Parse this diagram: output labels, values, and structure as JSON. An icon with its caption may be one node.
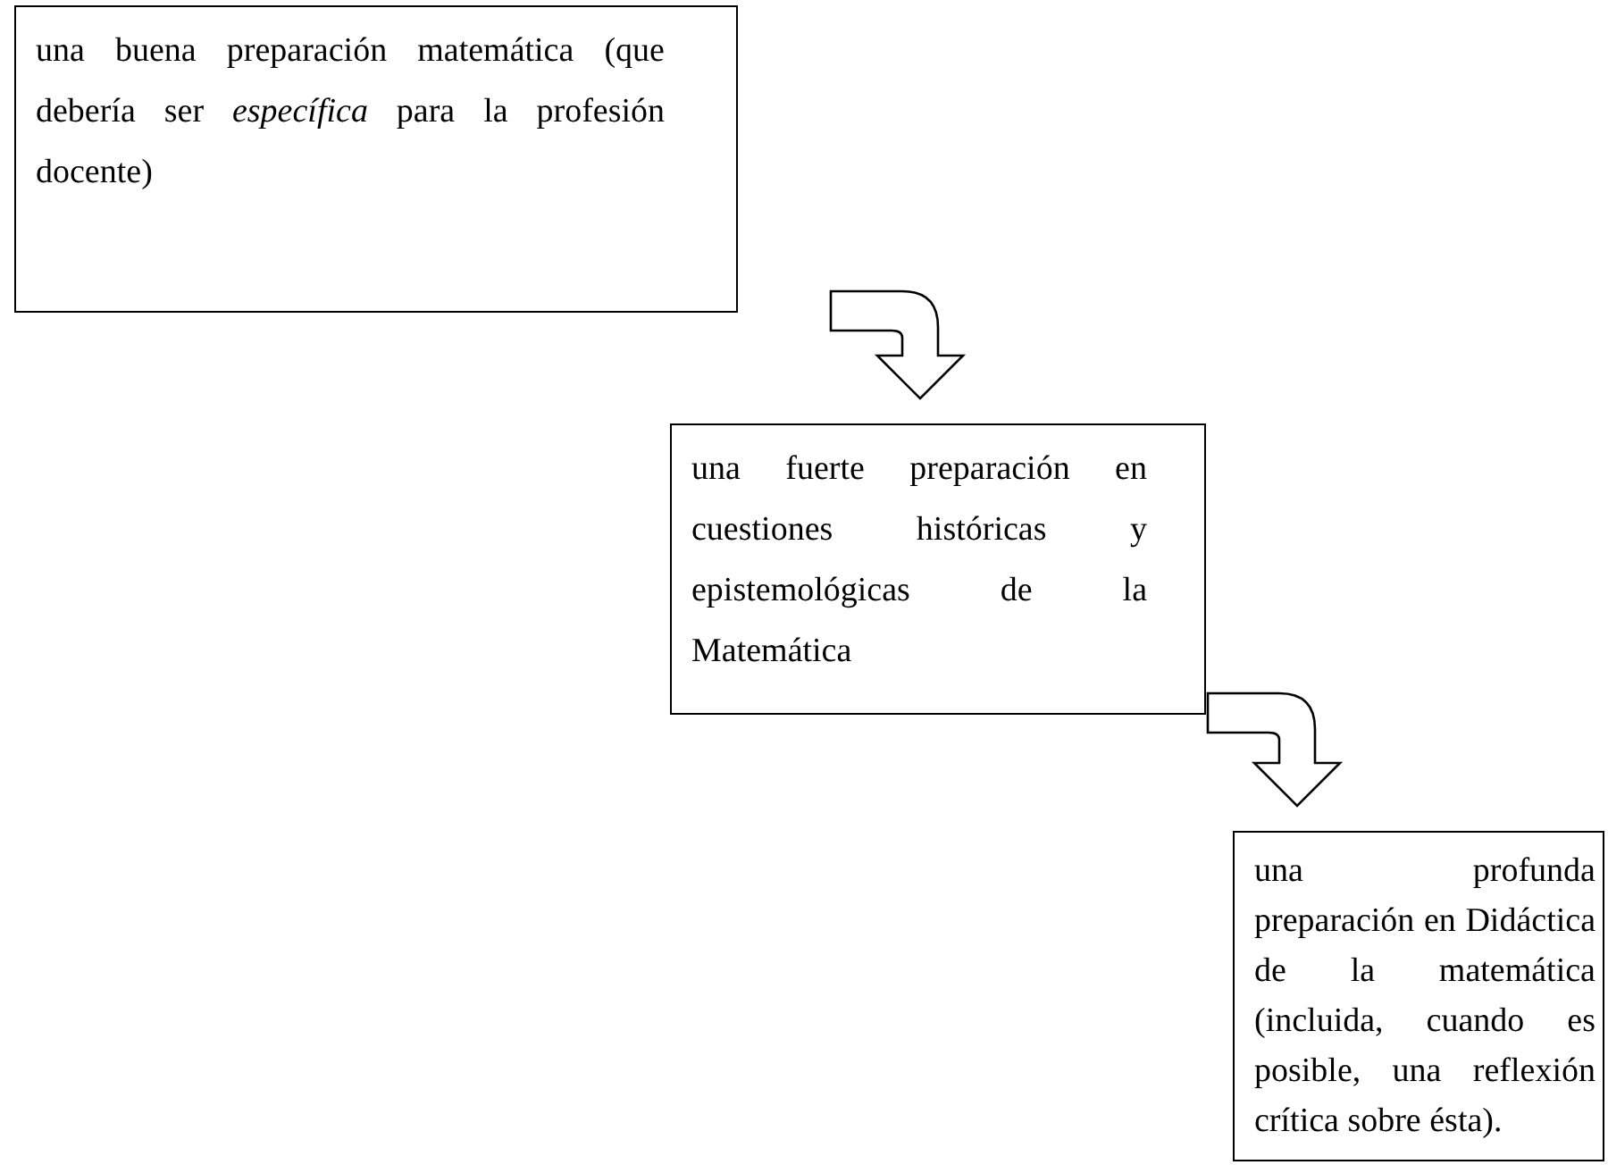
{
  "diagram": {
    "nodes": [
      {
        "text": [
          "una buena preparación matemática (que debería ser *específica* para  la profesión docente)"
        ]
      },
      {
        "text": [
          "una fuerte preparación en cuestiones históricas y epistemológicas de la Matemática"
        ]
      },
      {
        "text": [
          "una profunda preparación en Didáctica de la matemática (incluida, cuando es posible, una reflexión crítica sobre ésta)."
        ]
      }
    ],
    "edges": [
      {
        "from": 0,
        "to": 1,
        "arrow": "to"
      },
      {
        "from": 1,
        "to": 2,
        "arrow": "to"
      }
    ]
  }
}
